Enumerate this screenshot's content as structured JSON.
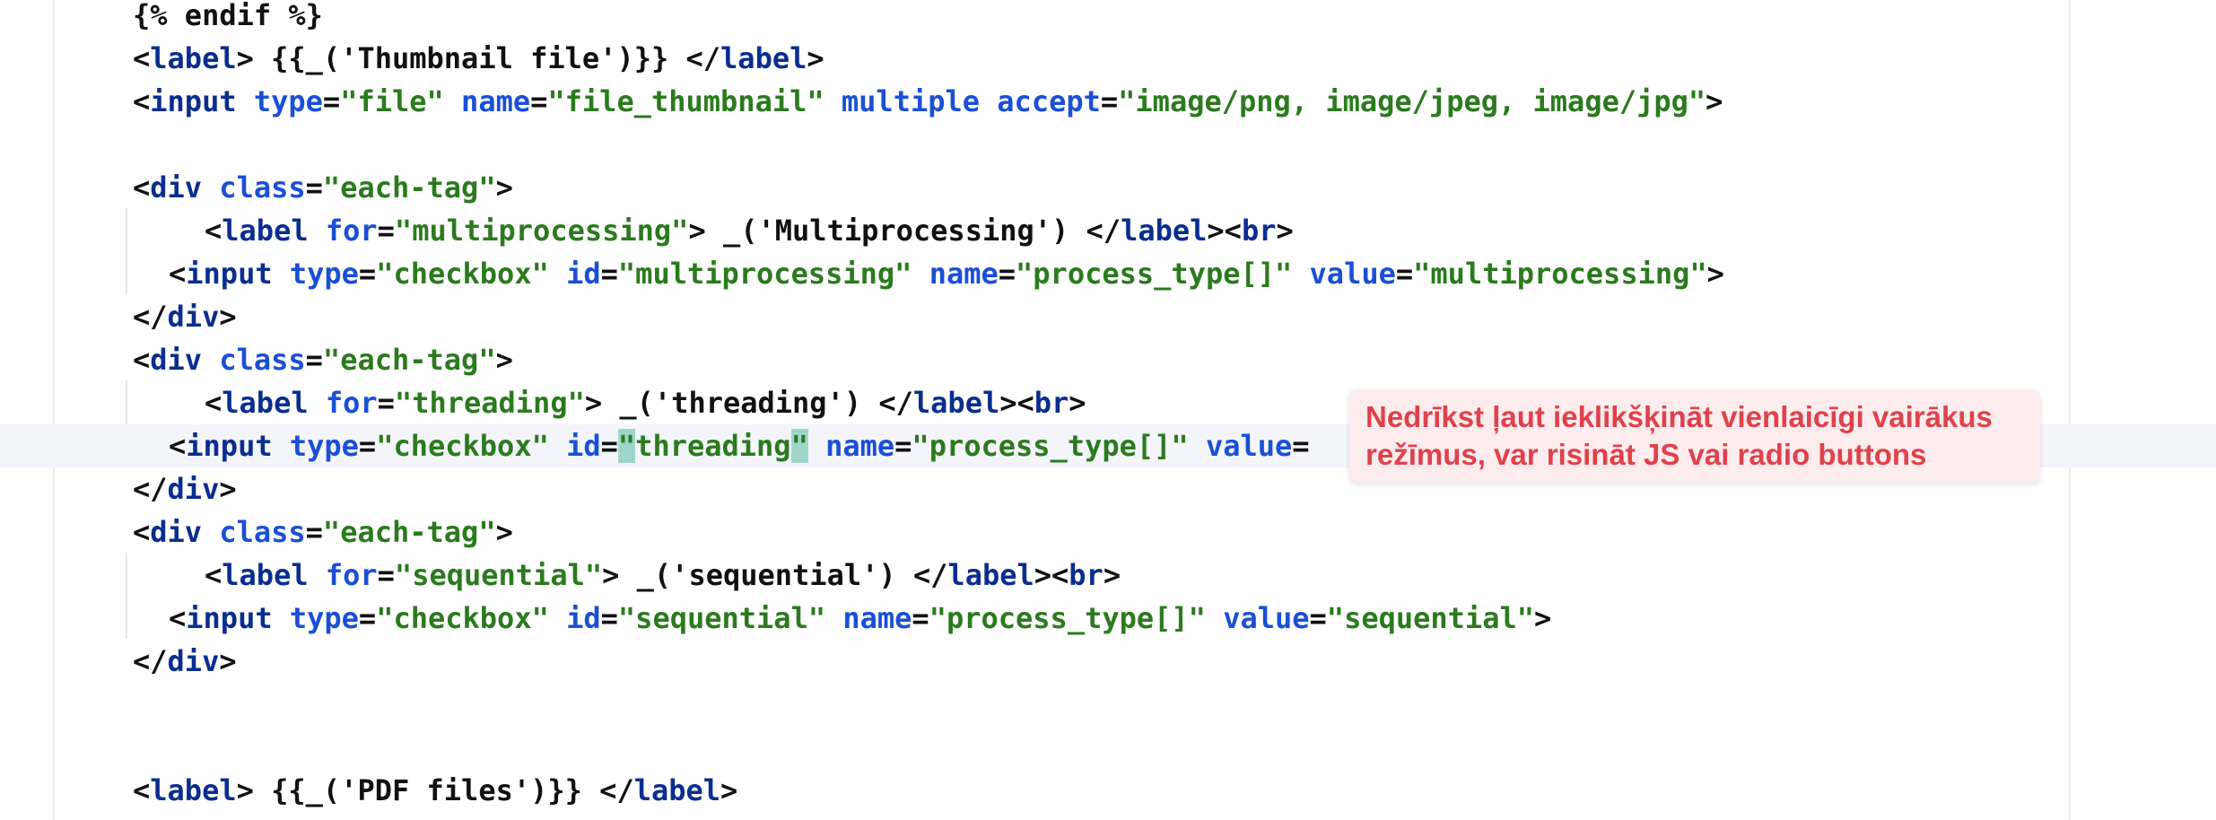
{
  "editor": {
    "lines": [
      {
        "id": "l0",
        "indent": 0,
        "parts": [
          {
            "t": "{% endif %}",
            "c": "plain"
          }
        ]
      },
      {
        "id": "l1",
        "indent": 0,
        "parts": [
          {
            "t": "<",
            "c": "plain"
          },
          {
            "t": "label",
            "c": "tag"
          },
          {
            "t": "> {{_('Thumbnail file')}} </",
            "c": "plain"
          },
          {
            "t": "label",
            "c": "tag"
          },
          {
            "t": ">",
            "c": "plain"
          }
        ]
      },
      {
        "id": "l2",
        "indent": 0,
        "parts": [
          {
            "t": "<",
            "c": "plain"
          },
          {
            "t": "input",
            "c": "tag"
          },
          {
            "t": " ",
            "c": "plain"
          },
          {
            "t": "type",
            "c": "attr"
          },
          {
            "t": "=",
            "c": "plain"
          },
          {
            "t": "\"file\"",
            "c": "str"
          },
          {
            "t": " ",
            "c": "plain"
          },
          {
            "t": "name",
            "c": "attr"
          },
          {
            "t": "=",
            "c": "plain"
          },
          {
            "t": "\"file_thumbnail\"",
            "c": "str"
          },
          {
            "t": " ",
            "c": "plain"
          },
          {
            "t": "multiple",
            "c": "attr"
          },
          {
            "t": " ",
            "c": "plain"
          },
          {
            "t": "accept",
            "c": "attr"
          },
          {
            "t": "=",
            "c": "plain"
          },
          {
            "t": "\"image/png, image/jpeg, image/jpg\"",
            "c": "str"
          },
          {
            "t": ">",
            "c": "plain"
          }
        ]
      },
      {
        "id": "l3",
        "indent": 0,
        "parts": []
      },
      {
        "id": "l4",
        "indent": 0,
        "parts": [
          {
            "t": "<",
            "c": "plain"
          },
          {
            "t": "div",
            "c": "tag"
          },
          {
            "t": " ",
            "c": "plain"
          },
          {
            "t": "class",
            "c": "attr"
          },
          {
            "t": "=",
            "c": "plain"
          },
          {
            "t": "\"each-tag\"",
            "c": "str"
          },
          {
            "t": ">",
            "c": "plain"
          }
        ]
      },
      {
        "id": "l5",
        "indent": 2,
        "parts": [
          {
            "t": "<",
            "c": "plain"
          },
          {
            "t": "label",
            "c": "tag"
          },
          {
            "t": " ",
            "c": "plain"
          },
          {
            "t": "for",
            "c": "attr"
          },
          {
            "t": "=",
            "c": "plain"
          },
          {
            "t": "\"multiprocessing\"",
            "c": "str"
          },
          {
            "t": "> _('Multiprocessing') </",
            "c": "plain"
          },
          {
            "t": "label",
            "c": "tag"
          },
          {
            "t": "><",
            "c": "plain"
          },
          {
            "t": "br",
            "c": "tag"
          },
          {
            "t": ">",
            "c": "plain"
          }
        ]
      },
      {
        "id": "l6",
        "indent": 1,
        "parts": [
          {
            "t": "<",
            "c": "plain"
          },
          {
            "t": "input",
            "c": "tag"
          },
          {
            "t": " ",
            "c": "plain"
          },
          {
            "t": "type",
            "c": "attr"
          },
          {
            "t": "=",
            "c": "plain"
          },
          {
            "t": "\"checkbox\"",
            "c": "str"
          },
          {
            "t": " ",
            "c": "plain"
          },
          {
            "t": "id",
            "c": "attr"
          },
          {
            "t": "=",
            "c": "plain"
          },
          {
            "t": "\"multiprocessing\"",
            "c": "str"
          },
          {
            "t": " ",
            "c": "plain"
          },
          {
            "t": "name",
            "c": "attr"
          },
          {
            "t": "=",
            "c": "plain"
          },
          {
            "t": "\"process_type[]\"",
            "c": "str"
          },
          {
            "t": " ",
            "c": "plain"
          },
          {
            "t": "value",
            "c": "attr"
          },
          {
            "t": "=",
            "c": "plain"
          },
          {
            "t": "\"multiprocessing\"",
            "c": "str"
          },
          {
            "t": ">",
            "c": "plain"
          }
        ]
      },
      {
        "id": "l7",
        "indent": 0,
        "parts": [
          {
            "t": "</",
            "c": "plain"
          },
          {
            "t": "div",
            "c": "tag"
          },
          {
            "t": ">",
            "c": "plain"
          }
        ]
      },
      {
        "id": "l8",
        "indent": 0,
        "parts": [
          {
            "t": "<",
            "c": "plain"
          },
          {
            "t": "div",
            "c": "tag"
          },
          {
            "t": " ",
            "c": "plain"
          },
          {
            "t": "class",
            "c": "attr"
          },
          {
            "t": "=",
            "c": "plain"
          },
          {
            "t": "\"each-tag\"",
            "c": "str"
          },
          {
            "t": ">",
            "c": "plain"
          }
        ]
      },
      {
        "id": "l9",
        "indent": 2,
        "parts": [
          {
            "t": "<",
            "c": "plain"
          },
          {
            "t": "label",
            "c": "tag"
          },
          {
            "t": " ",
            "c": "plain"
          },
          {
            "t": "for",
            "c": "attr"
          },
          {
            "t": "=",
            "c": "plain"
          },
          {
            "t": "\"threading\"",
            "c": "str"
          },
          {
            "t": "> _('threading') </",
            "c": "plain"
          },
          {
            "t": "label",
            "c": "tag"
          },
          {
            "t": "><",
            "c": "plain"
          },
          {
            "t": "br",
            "c": "tag"
          },
          {
            "t": ">",
            "c": "plain"
          }
        ]
      },
      {
        "id": "l10",
        "indent": 1,
        "current": true,
        "parts": [
          {
            "t": "<",
            "c": "plain"
          },
          {
            "t": "input",
            "c": "tag"
          },
          {
            "t": " ",
            "c": "plain"
          },
          {
            "t": "type",
            "c": "attr"
          },
          {
            "t": "=",
            "c": "plain"
          },
          {
            "t": "\"checkbox\"",
            "c": "str"
          },
          {
            "t": " ",
            "c": "plain"
          },
          {
            "t": "id",
            "c": "attr"
          },
          {
            "t": "=",
            "c": "plain"
          },
          {
            "t": "\"",
            "c": "str hl"
          },
          {
            "t": "threading",
            "c": "str"
          },
          {
            "t": "\"",
            "c": "str hl"
          },
          {
            "t": " ",
            "c": "plain"
          },
          {
            "t": "name",
            "c": "attr"
          },
          {
            "t": "=",
            "c": "plain"
          },
          {
            "t": "\"process_type[]\"",
            "c": "str"
          },
          {
            "t": " ",
            "c": "plain"
          },
          {
            "t": "value",
            "c": "attr"
          },
          {
            "t": "=",
            "c": "plain"
          }
        ]
      },
      {
        "id": "l11",
        "indent": 0,
        "parts": [
          {
            "t": "</",
            "c": "plain"
          },
          {
            "t": "div",
            "c": "tag"
          },
          {
            "t": ">",
            "c": "plain"
          }
        ]
      },
      {
        "id": "l12",
        "indent": 0,
        "parts": [
          {
            "t": "<",
            "c": "plain"
          },
          {
            "t": "div",
            "c": "tag"
          },
          {
            "t": " ",
            "c": "plain"
          },
          {
            "t": "class",
            "c": "attr"
          },
          {
            "t": "=",
            "c": "plain"
          },
          {
            "t": "\"each-tag\"",
            "c": "str"
          },
          {
            "t": ">",
            "c": "plain"
          }
        ]
      },
      {
        "id": "l13",
        "indent": 2,
        "parts": [
          {
            "t": "<",
            "c": "plain"
          },
          {
            "t": "label",
            "c": "tag"
          },
          {
            "t": " ",
            "c": "plain"
          },
          {
            "t": "for",
            "c": "attr"
          },
          {
            "t": "=",
            "c": "plain"
          },
          {
            "t": "\"sequential\"",
            "c": "str"
          },
          {
            "t": "> _('sequential') </",
            "c": "plain"
          },
          {
            "t": "label",
            "c": "tag"
          },
          {
            "t": "><",
            "c": "plain"
          },
          {
            "t": "br",
            "c": "tag"
          },
          {
            "t": ">",
            "c": "plain"
          }
        ]
      },
      {
        "id": "l14",
        "indent": 1,
        "parts": [
          {
            "t": "<",
            "c": "plain"
          },
          {
            "t": "input",
            "c": "tag"
          },
          {
            "t": " ",
            "c": "plain"
          },
          {
            "t": "type",
            "c": "attr"
          },
          {
            "t": "=",
            "c": "plain"
          },
          {
            "t": "\"checkbox\"",
            "c": "str"
          },
          {
            "t": " ",
            "c": "plain"
          },
          {
            "t": "id",
            "c": "attr"
          },
          {
            "t": "=",
            "c": "plain"
          },
          {
            "t": "\"sequential\"",
            "c": "str"
          },
          {
            "t": " ",
            "c": "plain"
          },
          {
            "t": "name",
            "c": "attr"
          },
          {
            "t": "=",
            "c": "plain"
          },
          {
            "t": "\"process_type[]\"",
            "c": "str"
          },
          {
            "t": " ",
            "c": "plain"
          },
          {
            "t": "value",
            "c": "attr"
          },
          {
            "t": "=",
            "c": "plain"
          },
          {
            "t": "\"sequential\"",
            "c": "str"
          },
          {
            "t": ">",
            "c": "plain"
          }
        ]
      },
      {
        "id": "l15",
        "indent": 0,
        "parts": [
          {
            "t": "</",
            "c": "plain"
          },
          {
            "t": "div",
            "c": "tag"
          },
          {
            "t": ">",
            "c": "plain"
          }
        ]
      },
      {
        "id": "l16",
        "indent": 0,
        "parts": []
      },
      {
        "id": "l17",
        "indent": 0,
        "parts": []
      },
      {
        "id": "l18",
        "indent": 0,
        "parts": [
          {
            "t": "<",
            "c": "plain"
          },
          {
            "t": "label",
            "c": "tag"
          },
          {
            "t": "> {{_('PDF files')}} </",
            "c": "plain"
          },
          {
            "t": "label",
            "c": "tag"
          },
          {
            "t": ">",
            "c": "plain"
          }
        ]
      }
    ]
  },
  "comment": {
    "text": "Nedrīkst ļaut ieklikšķināt vienlaicīgi vairākus režīmus, var risināt JS vai radio buttons"
  },
  "colors": {
    "tag": "#0a2d8f",
    "attribute": "#1a4fd6",
    "string": "#2b7a1e",
    "highlight": "#9fd5c9",
    "comment_text": "#e0414b",
    "comment_bg": "#fdecee"
  }
}
